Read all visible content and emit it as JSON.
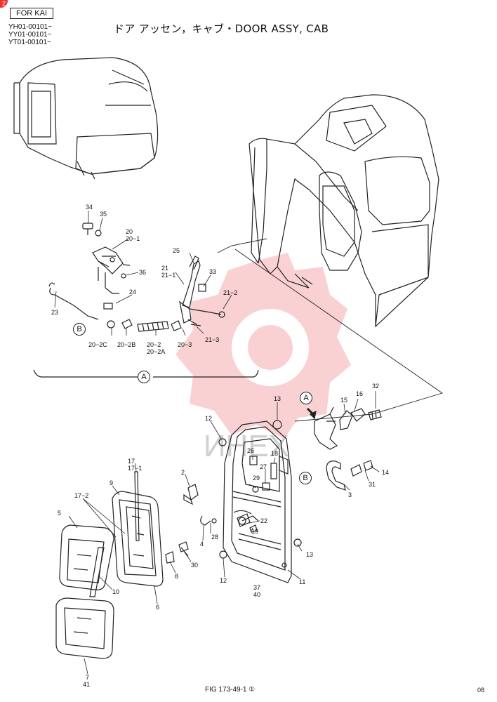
{
  "badge": "2",
  "for_label": "FOR KAI",
  "serials": [
    "YH01-00101~",
    "YY01-00101~",
    "YT01-00101~"
  ],
  "title": "ドア アッセン，キャブ・DOOR ASSY, CAB",
  "callout_a": "A",
  "callout_b": "B",
  "figure": "FIG 173-49-1 ①",
  "page": "08",
  "watermark": "ИНЕХ",
  "labels": {
    "l34": "34",
    "l35": "35",
    "l20": "20",
    "l20_1": "20−1",
    "l36": "36",
    "l23": "23",
    "l24": "24",
    "l25": "25",
    "l21": "21",
    "l21_1": "21−1",
    "l33": "33",
    "l21_2": "21−2",
    "l21_3": "21−3",
    "l20_2c": "20−2C",
    "l20_2b": "20−2B",
    "l20_2": "20−2",
    "l20_2a": "20−2A",
    "l20_3": "20−3",
    "l13a": "13",
    "l12a": "12",
    "l15": "15",
    "l16": "16",
    "l32": "32",
    "l26": "26",
    "l18": "18",
    "l27": "27",
    "l29": "29",
    "l14": "14",
    "l31": "31",
    "l3": "3",
    "l2": "2",
    "l22": "22",
    "l19": "19",
    "l28": "28",
    "l4": "4",
    "l13b": "13",
    "l12b": "12",
    "l11": "11",
    "l37": "37",
    "l40": "40",
    "l17": "17",
    "l17_1": "17−1",
    "l9": "9",
    "l17_2": "17−2",
    "l5": "5",
    "l10": "10",
    "l30": "30",
    "l8": "8",
    "l6": "6",
    "l7": "7",
    "l41": "41"
  }
}
